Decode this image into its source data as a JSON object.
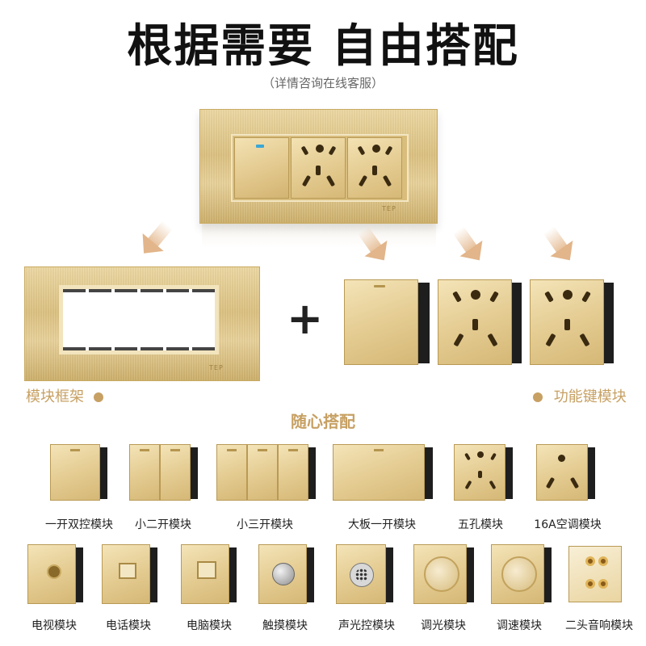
{
  "header": {
    "title": "根据需要 自由搭配",
    "subtitle": "（详情咨询在线客服）"
  },
  "brand_mark": "TEP",
  "labels": {
    "frame": "模块框架",
    "function_modules": "功能键模块",
    "section": "随心搭配"
  },
  "modules_row1": [
    {
      "label": "一开双控模块"
    },
    {
      "label": "小二开模块"
    },
    {
      "label": "小三开模块"
    },
    {
      "label": "大板一开模块"
    },
    {
      "label": "五孔模块"
    },
    {
      "label": "16A空调模块"
    }
  ],
  "modules_row2": [
    {
      "label": "电视模块"
    },
    {
      "label": "电话模块"
    },
    {
      "label": "电脑模块"
    },
    {
      "label": "触摸模块"
    },
    {
      "label": "声光控模块"
    },
    {
      "label": "调光模块"
    },
    {
      "label": "调速模块"
    },
    {
      "label": "二头音响模块"
    }
  ],
  "colors": {
    "gold": "#d9bd7a",
    "accent_text": "#c7a063",
    "indicator": "#3aa7d6"
  }
}
